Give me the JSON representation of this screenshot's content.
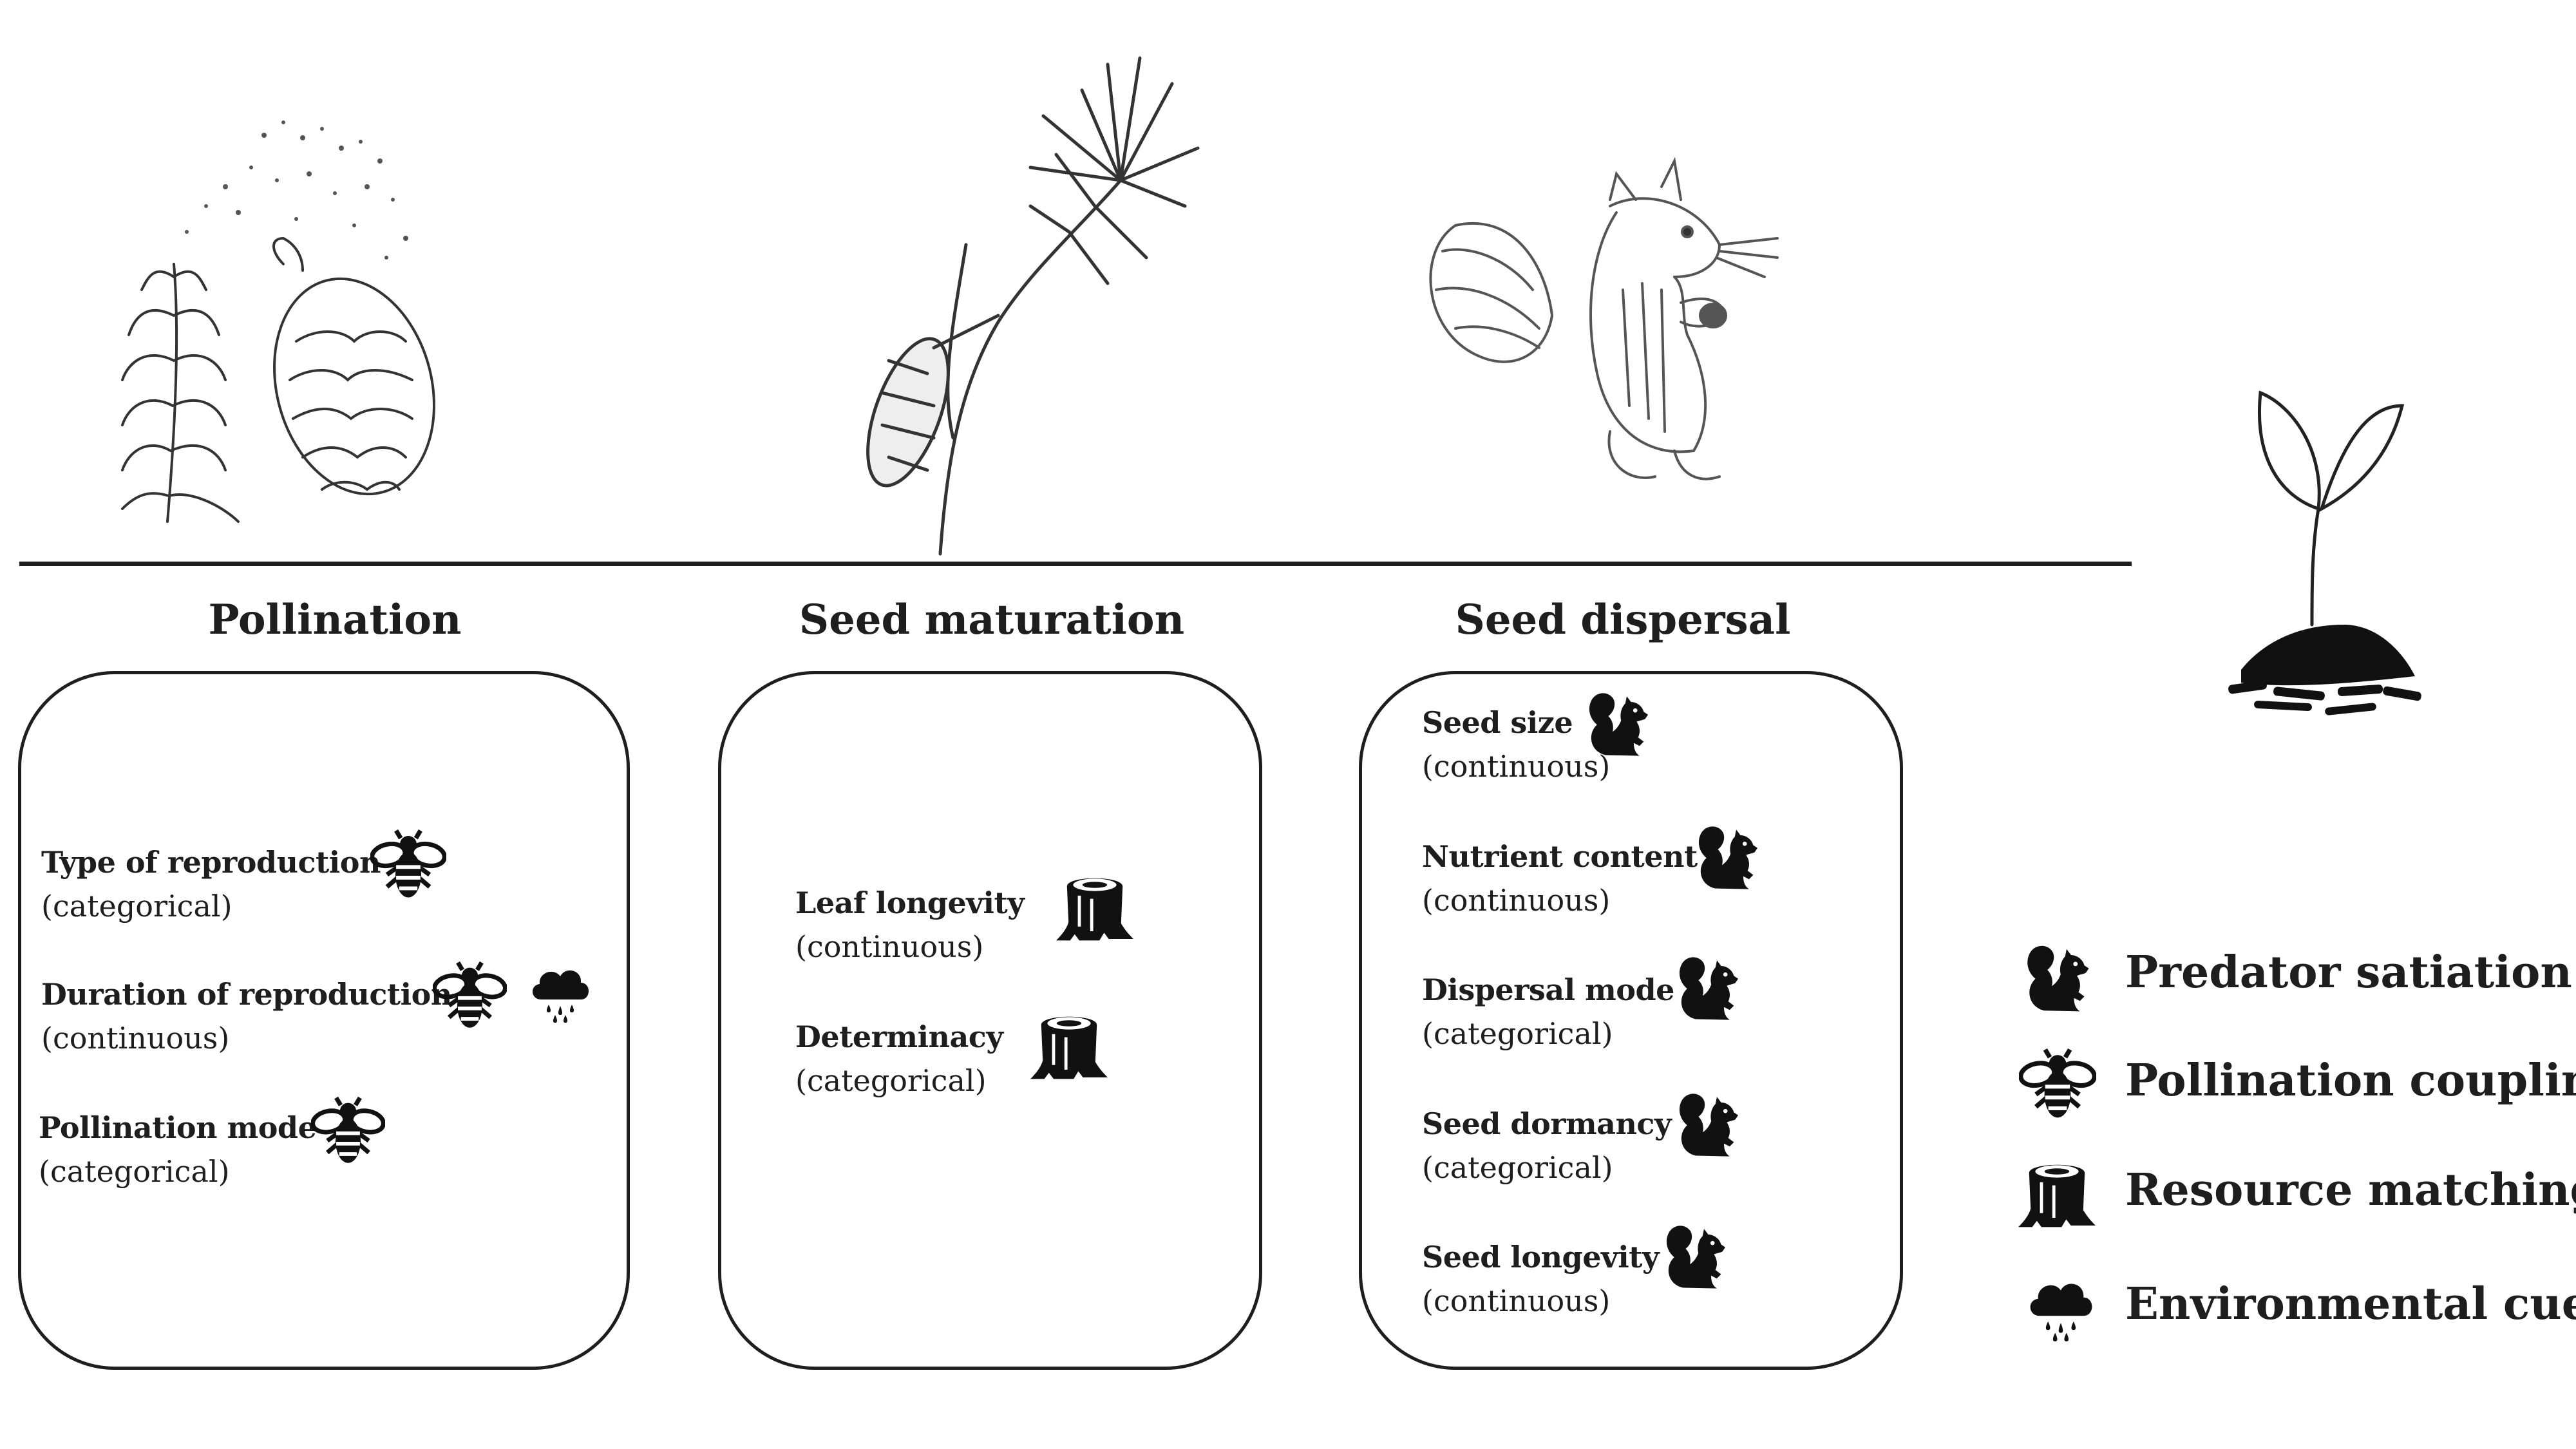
{
  "stages": [
    {
      "title": "Pollination",
      "traits": [
        {
          "name": "Type of reproduction",
          "kind": "(categorical)",
          "icons": [
            "bee-icon"
          ]
        },
        {
          "name": "Duration of reproduction",
          "kind": "(continuous)",
          "icons": [
            "bee-icon",
            "rain-cloud-icon"
          ]
        },
        {
          "name": "Pollination mode",
          "kind": "(categorical)",
          "icons": [
            "bee-icon"
          ]
        }
      ]
    },
    {
      "title": "Seed maturation",
      "traits": [
        {
          "name": "Leaf longevity",
          "kind": "(continuous)",
          "icons": [
            "tree-stump-icon"
          ]
        },
        {
          "name": "Determinacy",
          "kind": "(categorical)",
          "icons": [
            "tree-stump-icon"
          ]
        }
      ]
    },
    {
      "title": "Seed dispersal",
      "traits": [
        {
          "name": "Seed size",
          "kind": "(continuous)",
          "icons": [
            "squirrel-icon"
          ]
        },
        {
          "name": "Nutrient content",
          "kind": "(continuous)",
          "icons": [
            "squirrel-icon"
          ]
        },
        {
          "name": "Dispersal mode",
          "kind": "(categorical)",
          "icons": [
            "squirrel-icon"
          ]
        },
        {
          "name": "Seed dormancy",
          "kind": "(categorical)",
          "icons": [
            "squirrel-icon"
          ]
        },
        {
          "name": "Seed longevity",
          "kind": "(continuous)",
          "icons": [
            "squirrel-icon"
          ]
        }
      ]
    }
  ],
  "legend": [
    {
      "icon": "squirrel-icon",
      "label": "Predator satiation"
    },
    {
      "icon": "bee-icon",
      "label": "Pollination coupling"
    },
    {
      "icon": "tree-stump-icon",
      "label": "Resource matching"
    },
    {
      "icon": "rain-cloud-icon",
      "label": "Environmental cue"
    }
  ],
  "colors": {
    "ink": "#1e1e1e",
    "background": "#ffffff"
  }
}
